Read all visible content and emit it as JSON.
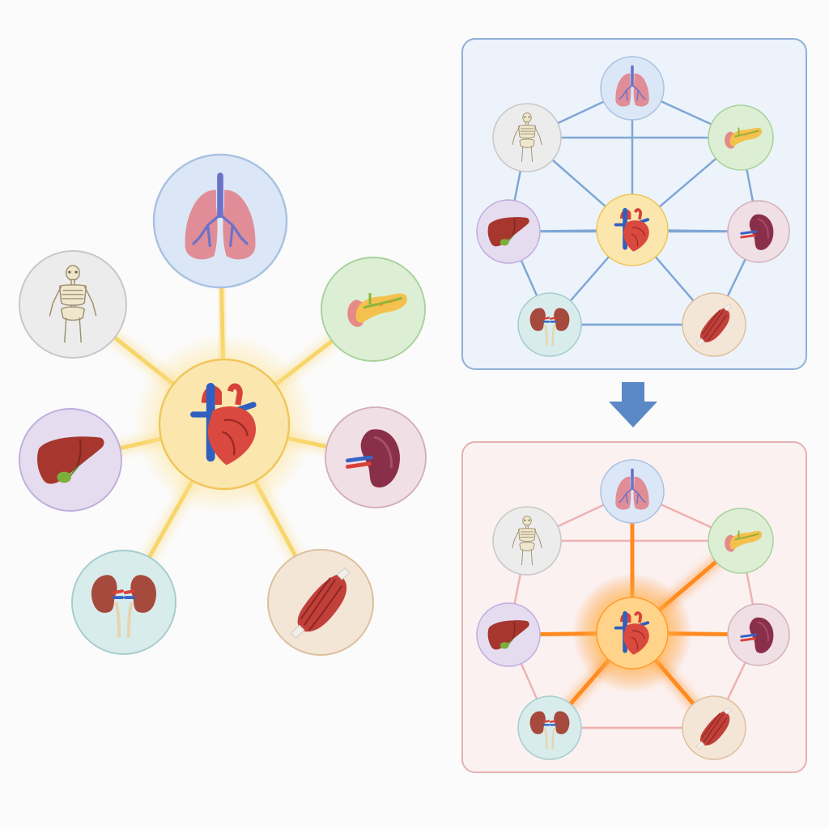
{
  "organs": [
    {
      "id": "heart",
      "icon": "heart-icon",
      "bg": "#fbe7ad",
      "ring": "#f0c55a"
    },
    {
      "id": "lungs",
      "icon": "lungs-icon",
      "bg": "#dbe7f6",
      "ring": "#a9c2e2"
    },
    {
      "id": "pancreas",
      "icon": "pancreas-icon",
      "bg": "#dcefd4",
      "ring": "#a7d29a"
    },
    {
      "id": "spleen",
      "icon": "spleen-icon",
      "bg": "#f0dfe5",
      "ring": "#d2aebb"
    },
    {
      "id": "muscle",
      "icon": "muscle-icon",
      "bg": "#f4e6d6",
      "ring": "#dcbf9c"
    },
    {
      "id": "kidneys",
      "icon": "kidneys-icon",
      "bg": "#d8ecec",
      "ring": "#a4cccc"
    },
    {
      "id": "liver",
      "icon": "liver-icon",
      "bg": "#e5dcef",
      "ring": "#c0ace0"
    },
    {
      "id": "skeleton",
      "icon": "skeleton-icon",
      "bg": "#ececec",
      "ring": "#c7c7c7"
    }
  ],
  "panels": {
    "normal": {
      "name": "normal-network-panel",
      "fill": "#edf3fb",
      "stroke": "#8fb0d8",
      "link": "#7fa7d6"
    },
    "stressed": {
      "name": "heart-stressed-panel",
      "fill": "#fbf1f1",
      "stroke": "#e5b1b1",
      "link": "#efb1b1",
      "spoke": "#ff8a1e"
    }
  },
  "arrow": {
    "icon": "down-arrow-icon",
    "color": "#5b88c7"
  },
  "main_hub": {
    "spoke_color": "#f8d56a"
  }
}
